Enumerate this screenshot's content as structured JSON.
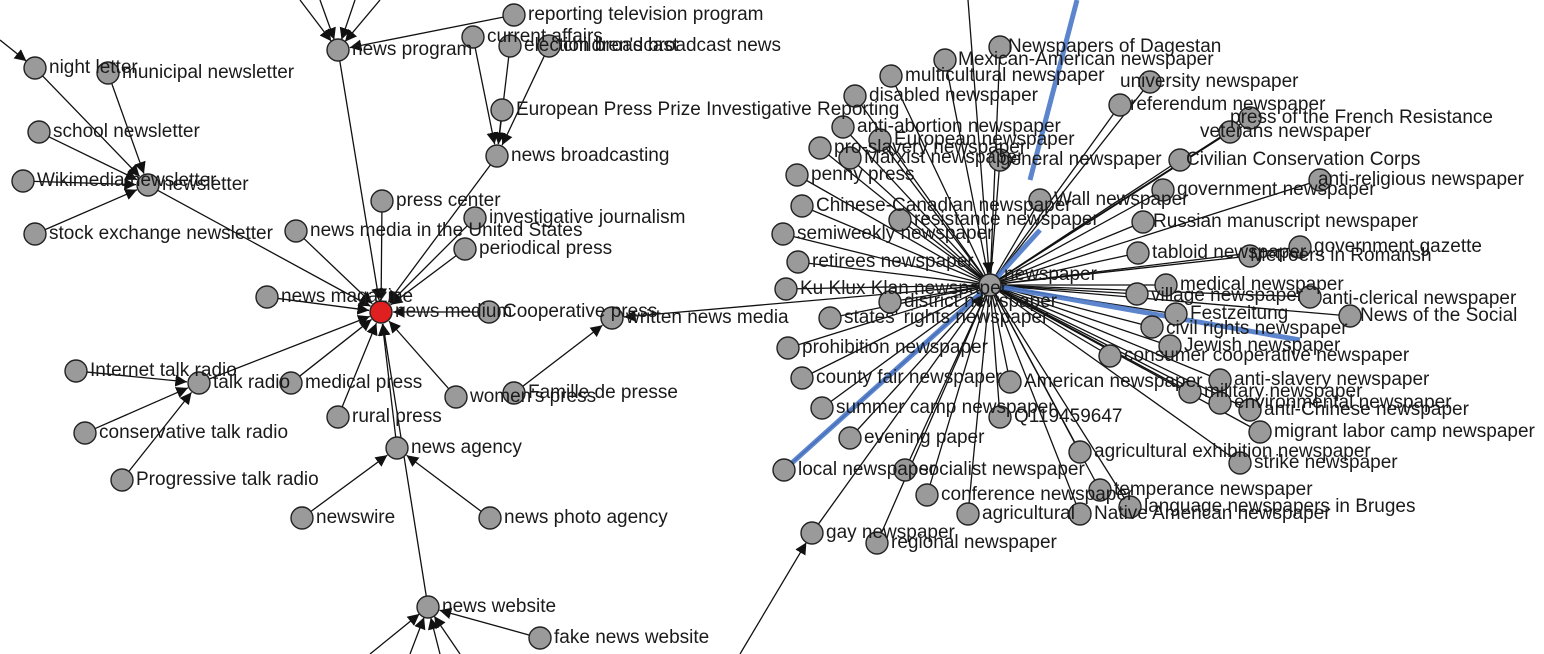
{
  "graph": {
    "colors": {
      "background": "#ffffff",
      "node_fill": "#9a9a9a",
      "node_stroke": "#222222",
      "focus_fill": "#e02020",
      "edge": "#111111",
      "highlight_edge": "#4a78c8",
      "label": "#1a1a1a"
    },
    "nodes": [
      {
        "id": "news-medium",
        "label": "news medium",
        "focus": true
      },
      {
        "id": "news-magazine",
        "label": "news magazine"
      },
      {
        "id": "news-program",
        "label": "news program"
      },
      {
        "id": "news-broadcasting",
        "label": "news broadcasting"
      },
      {
        "id": "press-center",
        "label": "press center"
      },
      {
        "id": "investigative-journalism",
        "label": "investigative journalism"
      },
      {
        "id": "periodical-press",
        "label": "periodical press"
      },
      {
        "id": "news-media-us",
        "label": "news media in the United States"
      },
      {
        "id": "newsletter",
        "label": "newsletter"
      },
      {
        "id": "night-letter",
        "label": "night letter"
      },
      {
        "id": "municipal-newsletter",
        "label": "municipal newsletter"
      },
      {
        "id": "school-newsletter",
        "label": "school newsletter"
      },
      {
        "id": "wikimedia-newsletter",
        "label": "Wikimedia newsletter"
      },
      {
        "id": "stock-exchange-newsletter",
        "label": "stock exchange newsletter"
      },
      {
        "id": "talk-radio",
        "label": "talk radio"
      },
      {
        "id": "internet-talk-radio",
        "label": "Internet talk radio"
      },
      {
        "id": "conservative-talk-radio",
        "label": "conservative talk radio"
      },
      {
        "id": "progressive-talk-radio",
        "label": "Progressive talk radio"
      },
      {
        "id": "medical-press",
        "label": "medical press"
      },
      {
        "id": "rural-press",
        "label": "rural press"
      },
      {
        "id": "womens-press",
        "label": "women's press"
      },
      {
        "id": "news-agency",
        "label": "news agency"
      },
      {
        "id": "newswire",
        "label": "newswire"
      },
      {
        "id": "news-photo-agency",
        "label": "news photo agency"
      },
      {
        "id": "news-website",
        "label": "news website"
      },
      {
        "id": "fake-news-website",
        "label": "fake news website"
      },
      {
        "id": "cooperative-press",
        "label": "Cooperative press"
      },
      {
        "id": "written-news-media",
        "label": "written news media"
      },
      {
        "id": "famille-de-presse",
        "label": "Famille de presse"
      },
      {
        "id": "reporting-tv-program",
        "label": "reporting television program"
      },
      {
        "id": "current-affairs",
        "label": "current affairs"
      },
      {
        "id": "election-broadcast",
        "label": "election broadcast"
      },
      {
        "id": "childrens-news",
        "label": "children's broadcast news"
      },
      {
        "id": "european-press-prize",
        "label": "European Press Prize Investigative Reporting"
      },
      {
        "id": "newspaper-hub",
        "label": "newspaper"
      },
      {
        "id": "newspapers-dagestan",
        "label": "Newspapers of Dagestan"
      },
      {
        "id": "mexican-american",
        "label": "Mexican-American newspaper"
      },
      {
        "id": "multicultural",
        "label": "multicultural newspaper"
      },
      {
        "id": "university-newspaper",
        "label": "university newspaper"
      },
      {
        "id": "disabled-newspaper",
        "label": "disabled newspaper"
      },
      {
        "id": "referendum-newspaper",
        "label": "referendum newspaper"
      },
      {
        "id": "press-french-resistance",
        "label": "press of the French Resistance"
      },
      {
        "id": "anti-abortion",
        "label": "anti-abortion newspaper"
      },
      {
        "id": "veterans-newspaper",
        "label": "veterans newspaper"
      },
      {
        "id": "european-newspaper",
        "label": "European newspaper"
      },
      {
        "id": "pro-slavery",
        "label": "pro-slavery newspaper"
      },
      {
        "id": "marxist-newspaper",
        "label": "Marxist newspaper"
      },
      {
        "id": "general-newspaper",
        "label": "general newspaper"
      },
      {
        "id": "civilian-conservation",
        "label": "Civilian Conservation Corps"
      },
      {
        "id": "penny-press",
        "label": "penny press"
      },
      {
        "id": "anti-religious",
        "label": "anti-religious newspaper"
      },
      {
        "id": "government-newspaper",
        "label": "government newspaper"
      },
      {
        "id": "chinese-canadian",
        "label": "Chinese-Canadian newspaper"
      },
      {
        "id": "wall-newspaper",
        "label": "Wall newspaper"
      },
      {
        "id": "resistance-newspaper",
        "label": "resistance newspaper"
      },
      {
        "id": "russian-manuscript",
        "label": "Russian manuscript newspaper"
      },
      {
        "id": "semiweekly",
        "label": "semiweekly newspaper"
      },
      {
        "id": "tabloid-newspaper",
        "label": "tabloid newspaper"
      },
      {
        "id": "retirees-newspaper",
        "label": "retirees newspaper"
      },
      {
        "id": "government-gazette",
        "label": "government gazette"
      },
      {
        "id": "metroers-romansh",
        "label": "Metroers in Romansh"
      },
      {
        "id": "ku-klux-klan",
        "label": "Ku Klux Klan newspaper"
      },
      {
        "id": "medical-newspaper",
        "label": "medical newspaper"
      },
      {
        "id": "village-newspaper",
        "label": "village newspaper"
      },
      {
        "id": "anti-clerical",
        "label": "anti-clerical newspaper"
      },
      {
        "id": "states-rights",
        "label": "states' rights newspaper"
      },
      {
        "id": "district-newspaper",
        "label": "district newspaper"
      },
      {
        "id": "festzeitung",
        "label": "Festzeitung"
      },
      {
        "id": "social-newspaper",
        "label": "News of the Social"
      },
      {
        "id": "civil-rights",
        "label": "civil rights newspaper"
      },
      {
        "id": "prohibition",
        "label": "prohibition newspaper"
      },
      {
        "id": "jewish-newspaper",
        "label": "Jewish newspaper"
      },
      {
        "id": "consumer-cooperative",
        "label": "consumer cooperative newspaper"
      },
      {
        "id": "county-fair",
        "label": "county fair newspaper"
      },
      {
        "id": "american-newspaper",
        "label": "American newspaper"
      },
      {
        "id": "anti-slavery",
        "label": "anti-slavery newspaper"
      },
      {
        "id": "summer-camp",
        "label": "summer camp newspaper"
      },
      {
        "id": "environmental",
        "label": "environmental newspaper"
      },
      {
        "id": "military-newspaper",
        "label": "military newspaper"
      },
      {
        "id": "anti-chinese",
        "label": "anti-Chinese newspaper"
      },
      {
        "id": "q-id",
        "label": "Q119459647"
      },
      {
        "id": "migrant-labor",
        "label": "migrant labor camp newspaper"
      },
      {
        "id": "evening-paper",
        "label": "evening paper"
      },
      {
        "id": "agricultural-exhibition",
        "label": "agricultural exhibition newspaper"
      },
      {
        "id": "local-newspaper",
        "label": "local newspaper"
      },
      {
        "id": "socialist-newspaper",
        "label": "socialist newspaper"
      },
      {
        "id": "strike-newspaper",
        "label": "strike newspaper"
      },
      {
        "id": "temperance",
        "label": "temperance newspaper"
      },
      {
        "id": "conference-newspaper",
        "label": "conference newspaper"
      },
      {
        "id": "bruges",
        "label": "language newspapers in Bruges"
      },
      {
        "id": "native-american",
        "label": "Native American newspaper"
      },
      {
        "id": "agricultural",
        "label": "agricultural"
      },
      {
        "id": "gay-newspaper",
        "label": "gay newspaper"
      },
      {
        "id": "regional-newspaper",
        "label": "regional newspaper"
      }
    ]
  }
}
